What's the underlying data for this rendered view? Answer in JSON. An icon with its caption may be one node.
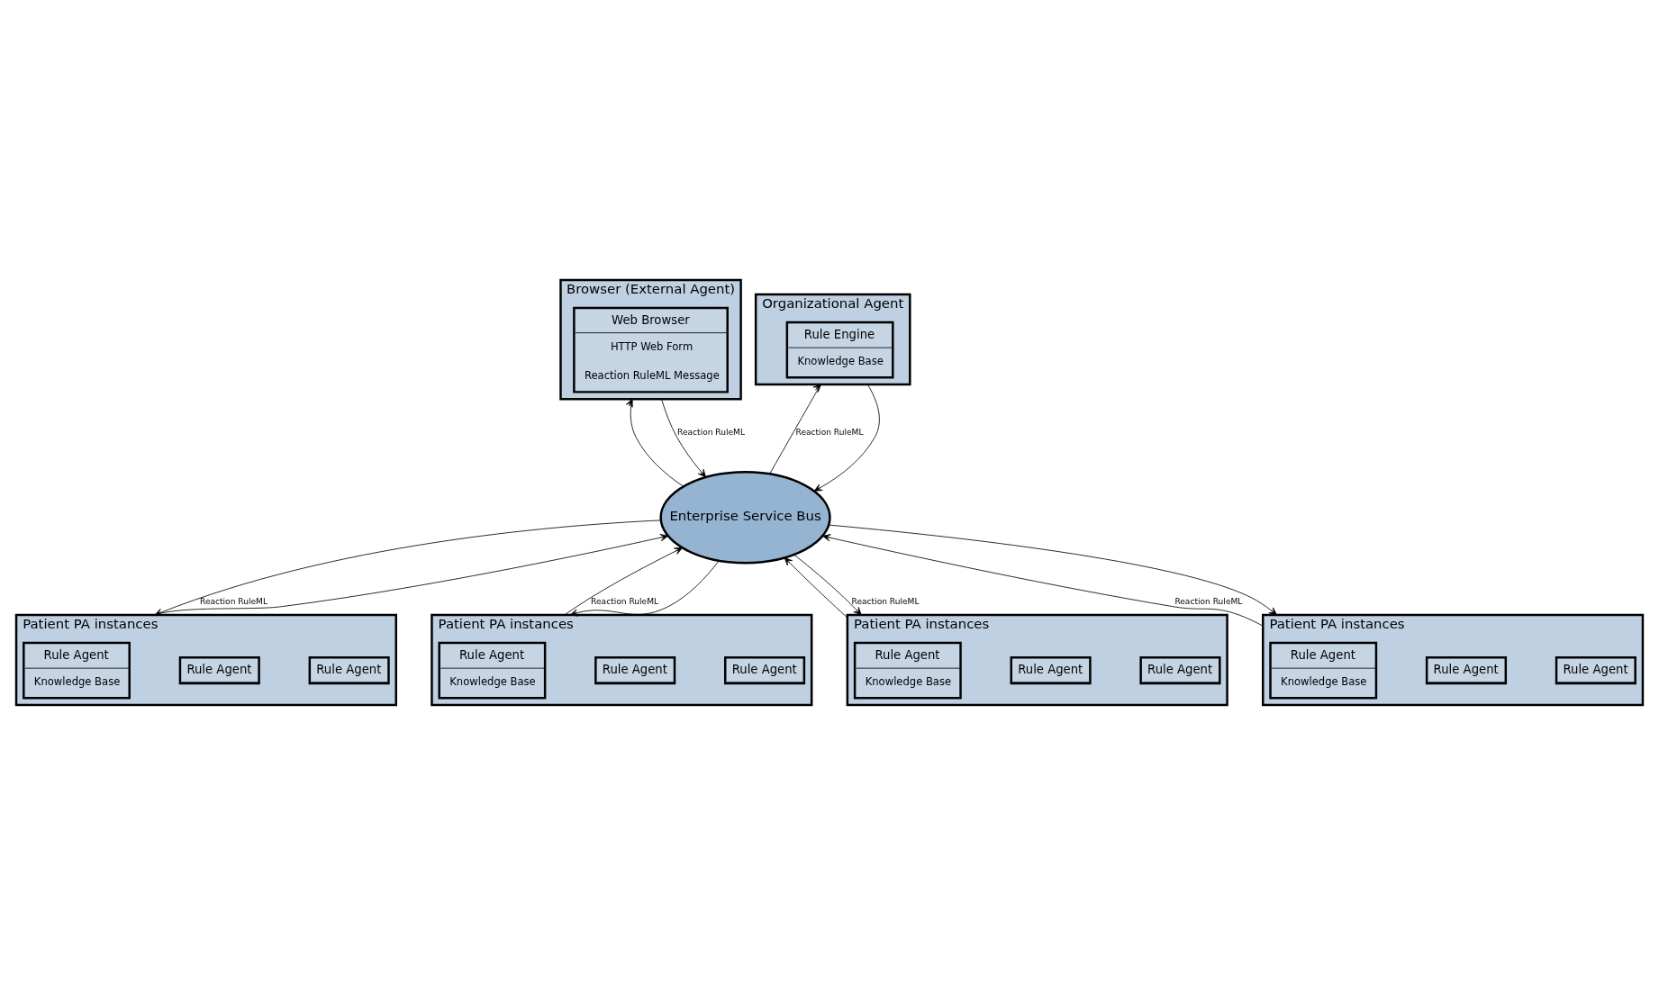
{
  "diagram": {
    "nodes": [
      {
        "text": [
          "Browser (External Agent)"
        ]
      },
      {
        "text": [
          "Web Browser",
          "HTTP Web Form",
          "Reaction RuleML Message"
        ],
        "in": 0
      },
      {
        "text": [
          "Organizational Agent"
        ]
      },
      {
        "text": [
          "Rule Engine",
          "Knowledge Base"
        ],
        "in": 2
      },
      {
        "text": [
          "Enterprise Service Bus"
        ]
      },
      {
        "text": [
          "Patient PA instances"
        ]
      },
      {
        "text": [
          "Rule Agent"
        ],
        "in": 5
      },
      {
        "text": [
          "Rule Agent"
        ],
        "in": 5
      },
      {
        "text": [
          "Rule Agent",
          "Knowledge Base"
        ],
        "in": 5
      },
      {
        "text": [
          "Patient PA instances"
        ]
      },
      {
        "text": [
          "Rule Agent"
        ],
        "in": 9
      },
      {
        "text": [
          "Rule Agent"
        ],
        "in": 9
      },
      {
        "text": [
          "Rule Agent",
          "Knowledge Base"
        ],
        "in": 9
      },
      {
        "text": [
          "Patient PA instances"
        ]
      },
      {
        "text": [
          "Rule Agent"
        ],
        "in": 13
      },
      {
        "text": [
          "Rule Agent"
        ],
        "in": 13
      },
      {
        "text": [
          "Rule Agent",
          "Knowledge Base"
        ],
        "in": 13
      },
      {
        "text": [
          "Patient PA instances"
        ]
      },
      {
        "text": [
          "Rule Agent"
        ],
        "in": 17
      },
      {
        "text": [
          "Rule Agent"
        ],
        "in": 17
      },
      {
        "text": [
          "Rule Agent",
          "Knowledge Base"
        ],
        "in": 17
      }
    ],
    "edges": [
      {
        "from": 4,
        "to": 0,
        "arrow": "to"
      },
      {
        "from": 0,
        "to": 4,
        "arrow": "to",
        "label": "Reaction RuleML"
      },
      {
        "from": 4,
        "to": 2,
        "arrow": "to",
        "label": "Reaction RuleML"
      },
      {
        "from": 2,
        "to": 4,
        "arrow": "to"
      },
      {
        "from": 4,
        "to": 5,
        "arrow": "to",
        "label": "Reaction RuleML"
      },
      {
        "from": 5,
        "to": 4,
        "arrow": "to"
      },
      {
        "from": 9,
        "to": 4,
        "arrow": "to",
        "label": "Reaction RuleML"
      },
      {
        "from": 4,
        "to": 9,
        "arrow": "to"
      },
      {
        "from": 13,
        "to": 4,
        "arrow": "to"
      },
      {
        "from": 4,
        "to": 13,
        "arrow": "to",
        "label": "Reaction RuleML"
      },
      {
        "from": 17,
        "to": 4,
        "arrow": "to",
        "label": "Reaction RuleML"
      },
      {
        "from": 4,
        "to": 17,
        "arrow": "to"
      }
    ]
  }
}
